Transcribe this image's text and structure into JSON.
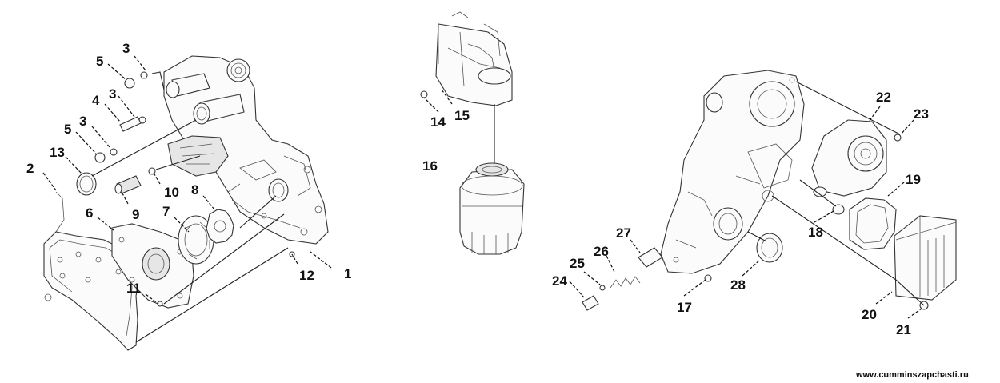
{
  "labels": {
    "l1": "1",
    "l2": "2",
    "l3a": "3",
    "l3b": "3",
    "l3c": "3",
    "l4": "4",
    "l5a": "5",
    "l5b": "5",
    "l6": "6",
    "l7": "7",
    "l8": "8",
    "l9": "9",
    "l10": "10",
    "l11": "11",
    "l12": "12",
    "l13": "13",
    "l14": "14",
    "l15": "15",
    "l16": "16",
    "l17": "17",
    "l18": "18",
    "l19": "19",
    "l20": "20",
    "l21": "21",
    "l22": "22",
    "l23": "23",
    "l24": "24",
    "l25": "25",
    "l26": "26",
    "l27": "27",
    "l28": "28"
  },
  "watermark": "www.cumminszapchasti.ru"
}
